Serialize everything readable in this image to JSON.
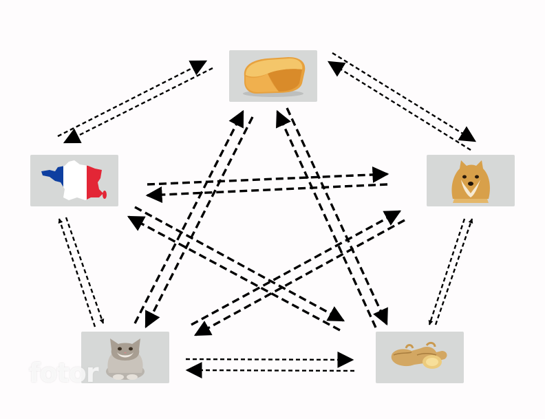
{
  "nodes": [
    {
      "id": "bread",
      "label": "bread"
    },
    {
      "id": "france",
      "label": "france-map-flag"
    },
    {
      "id": "doge",
      "label": "doge-dog"
    },
    {
      "id": "cat",
      "label": "cat"
    },
    {
      "id": "ginger",
      "label": "ginger-root"
    }
  ],
  "edges": [
    [
      "bread",
      "france"
    ],
    [
      "france",
      "bread"
    ],
    [
      "bread",
      "doge"
    ],
    [
      "doge",
      "bread"
    ],
    [
      "doge",
      "ginger"
    ],
    [
      "ginger",
      "doge"
    ],
    [
      "ginger",
      "cat"
    ],
    [
      "cat",
      "ginger"
    ],
    [
      "cat",
      "france"
    ],
    [
      "france",
      "cat"
    ],
    [
      "bread",
      "cat"
    ],
    [
      "cat",
      "bread"
    ],
    [
      "bread",
      "ginger"
    ],
    [
      "ginger",
      "bread"
    ],
    [
      "france",
      "doge"
    ],
    [
      "doge",
      "france"
    ],
    [
      "france",
      "ginger"
    ],
    [
      "ginger",
      "france"
    ],
    [
      "doge",
      "cat"
    ],
    [
      "cat",
      "doge"
    ]
  ],
  "watermark": "fotor"
}
